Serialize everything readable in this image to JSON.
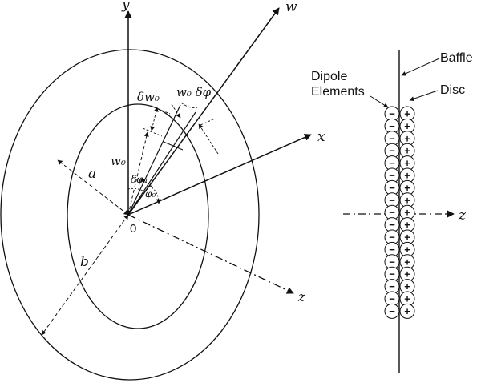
{
  "labels": {
    "axis_y": "y",
    "axis_w": "w",
    "axis_x": "x",
    "axis_z_left": "z",
    "origin": "0",
    "radius_a": "a",
    "radius_b": "b",
    "delta_w0": "δw₀",
    "w0_delta_phi": "w₀ δφ",
    "w0": "w₀",
    "delta_phi0": "δφ₀",
    "phi0": "φ₀",
    "baffle": "Baffle",
    "disc": "Disc",
    "dipole_line1": "Dipole",
    "dipole_line2": "Elements",
    "axis_z_right": "z"
  },
  "dipole_column": {
    "left_signs": [
      "−",
      "−",
      "−",
      "−",
      "−",
      "−",
      "−",
      "−",
      "−",
      "−",
      "−",
      "−",
      "−",
      "−",
      "−",
      "−",
      "−"
    ],
    "right_signs": [
      "+",
      "+",
      "+",
      "+",
      "+",
      "+",
      "+",
      "+",
      "+",
      "+",
      "+",
      "+",
      "+",
      "+",
      "+",
      "+",
      "+"
    ]
  },
  "colors": {
    "stroke": "#111111",
    "background": "#ffffff"
  }
}
